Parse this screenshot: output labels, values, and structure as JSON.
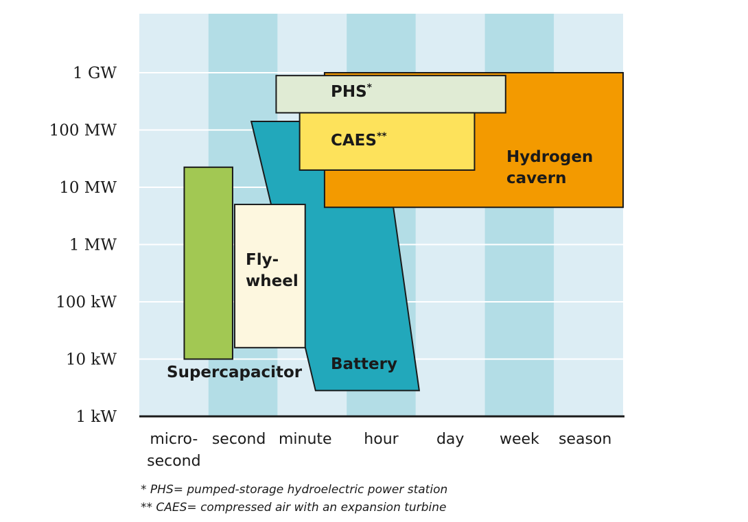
{
  "chart_data": {
    "type": "range-area",
    "x_categories": [
      "micro-\nsecond",
      "second",
      "minute",
      "hour",
      "day",
      "week",
      "season"
    ],
    "y_ticks": [
      "1 kW",
      "10 kW",
      "100 kW",
      "1 MW",
      "10 MW",
      "100 MW",
      "1 GW"
    ],
    "y_scale": "log",
    "y_unit_base_kW": 1,
    "grid": true,
    "technologies": [
      {
        "key": "supercapacitor",
        "label": "Supercapacitor",
        "color": "#a2c853",
        "shape": "rect",
        "x_range": [
          0.65,
          1.35
        ],
        "y_range_log10_kW": [
          1.0,
          4.35
        ]
      },
      {
        "key": "battery",
        "label": "Battery",
        "color": "#22a8bb",
        "shape": "polygon",
        "polygon": [
          [
            1.62,
            5.15
          ],
          [
            3.5,
            5.15
          ],
          [
            4.05,
            0.45
          ],
          [
            2.55,
            0.45
          ]
        ]
      },
      {
        "key": "flywheel",
        "label": "Fly-\nwheel",
        "color": "#fdf7df",
        "shape": "rect",
        "x_range": [
          1.38,
          2.4
        ],
        "y_range_log10_kW": [
          1.2,
          3.7
        ]
      },
      {
        "key": "hydrogen",
        "label": "Hydrogen\ncavern",
        "color": "#f39a00",
        "shape": "rect",
        "x_range": [
          2.68,
          7.0
        ],
        "y_range_log10_kW": [
          3.65,
          6.0
        ]
      },
      {
        "key": "phs",
        "label": "PHS",
        "sup": "*",
        "color": "#e0ebd4",
        "shape": "rect",
        "x_range": [
          1.98,
          5.3
        ],
        "y_range_log10_kW": [
          5.3,
          5.95
        ]
      },
      {
        "key": "caes",
        "label": "CAES",
        "sup": "**",
        "color": "#fde25b",
        "shape": "rect",
        "x_range": [
          2.32,
          4.85
        ],
        "y_range_log10_kW": [
          4.3,
          5.3
        ]
      }
    ],
    "footnotes": [
      "* PHS= pumped-storage hydroelectric power station",
      "** CAES= compressed air with an expansion turbine"
    ],
    "colors": {
      "band_light": "#dcedf4",
      "band_dark": "#b3dde6",
      "grid": "#ffffff",
      "axis": "#1a1a1a",
      "outline": "#1a1a1a"
    }
  }
}
